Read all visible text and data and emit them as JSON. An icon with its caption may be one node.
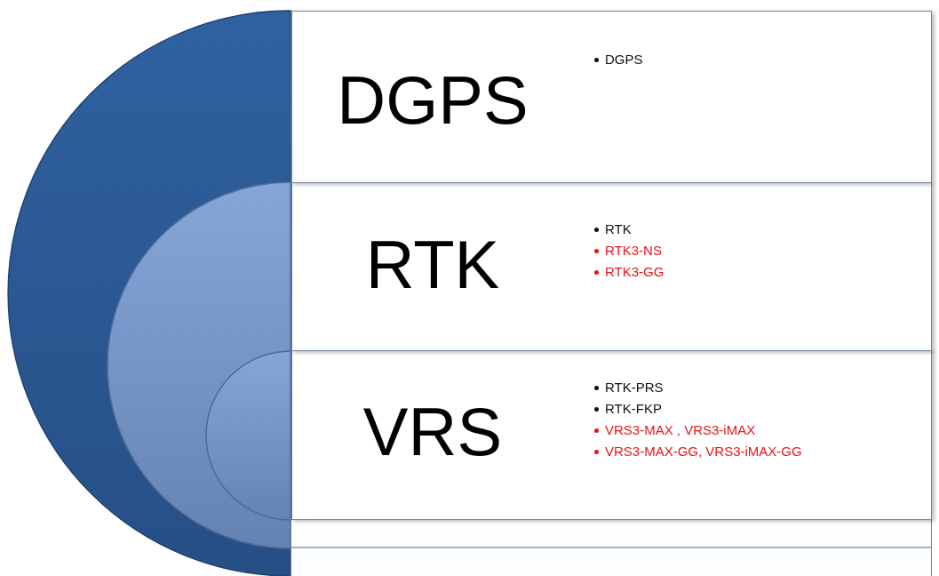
{
  "diagram": {
    "nodes": [
      {
        "text": [
          "DGPS",
          "DGPS"
        ]
      },
      {
        "text": [
          "RTK",
          "RTK",
          "RTK3-NS",
          "RTK3-GG"
        ]
      },
      {
        "text": [
          "VRS",
          "RTK-PRS",
          "RTK-FKP",
          "VRS3-MAX , VRS3-iMAX",
          "VRS3-MAX-GG, VRS3-iMAX-GG"
        ]
      }
    ]
  }
}
